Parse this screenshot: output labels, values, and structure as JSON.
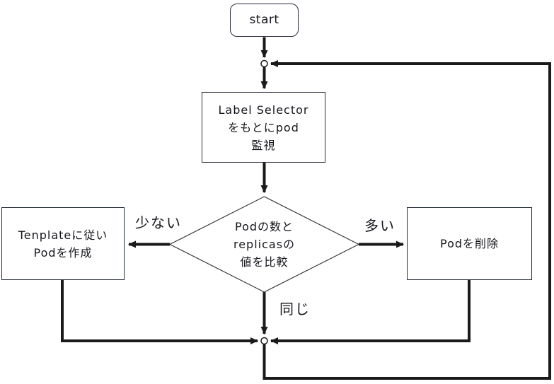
{
  "colors": {
    "line": "#1a1a1a",
    "box_border": "#262c3a",
    "text": "#15151c",
    "background": "#ffffff"
  },
  "nodes": {
    "start": {
      "label": "start"
    },
    "monitor": {
      "lines": [
        "Label Selector",
        "をもとにpod",
        "監視"
      ]
    },
    "decision": {
      "lines": [
        "Podの数と",
        "replicasの",
        "値を比較"
      ]
    },
    "create_pod": {
      "lines": [
        "Tenplateに従い",
        "Podを作成"
      ]
    },
    "delete_pod": {
      "lines": [
        "Podを削除"
      ]
    }
  },
  "edge_labels": {
    "few": "少ない",
    "many": "多い",
    "same": "同じ"
  }
}
